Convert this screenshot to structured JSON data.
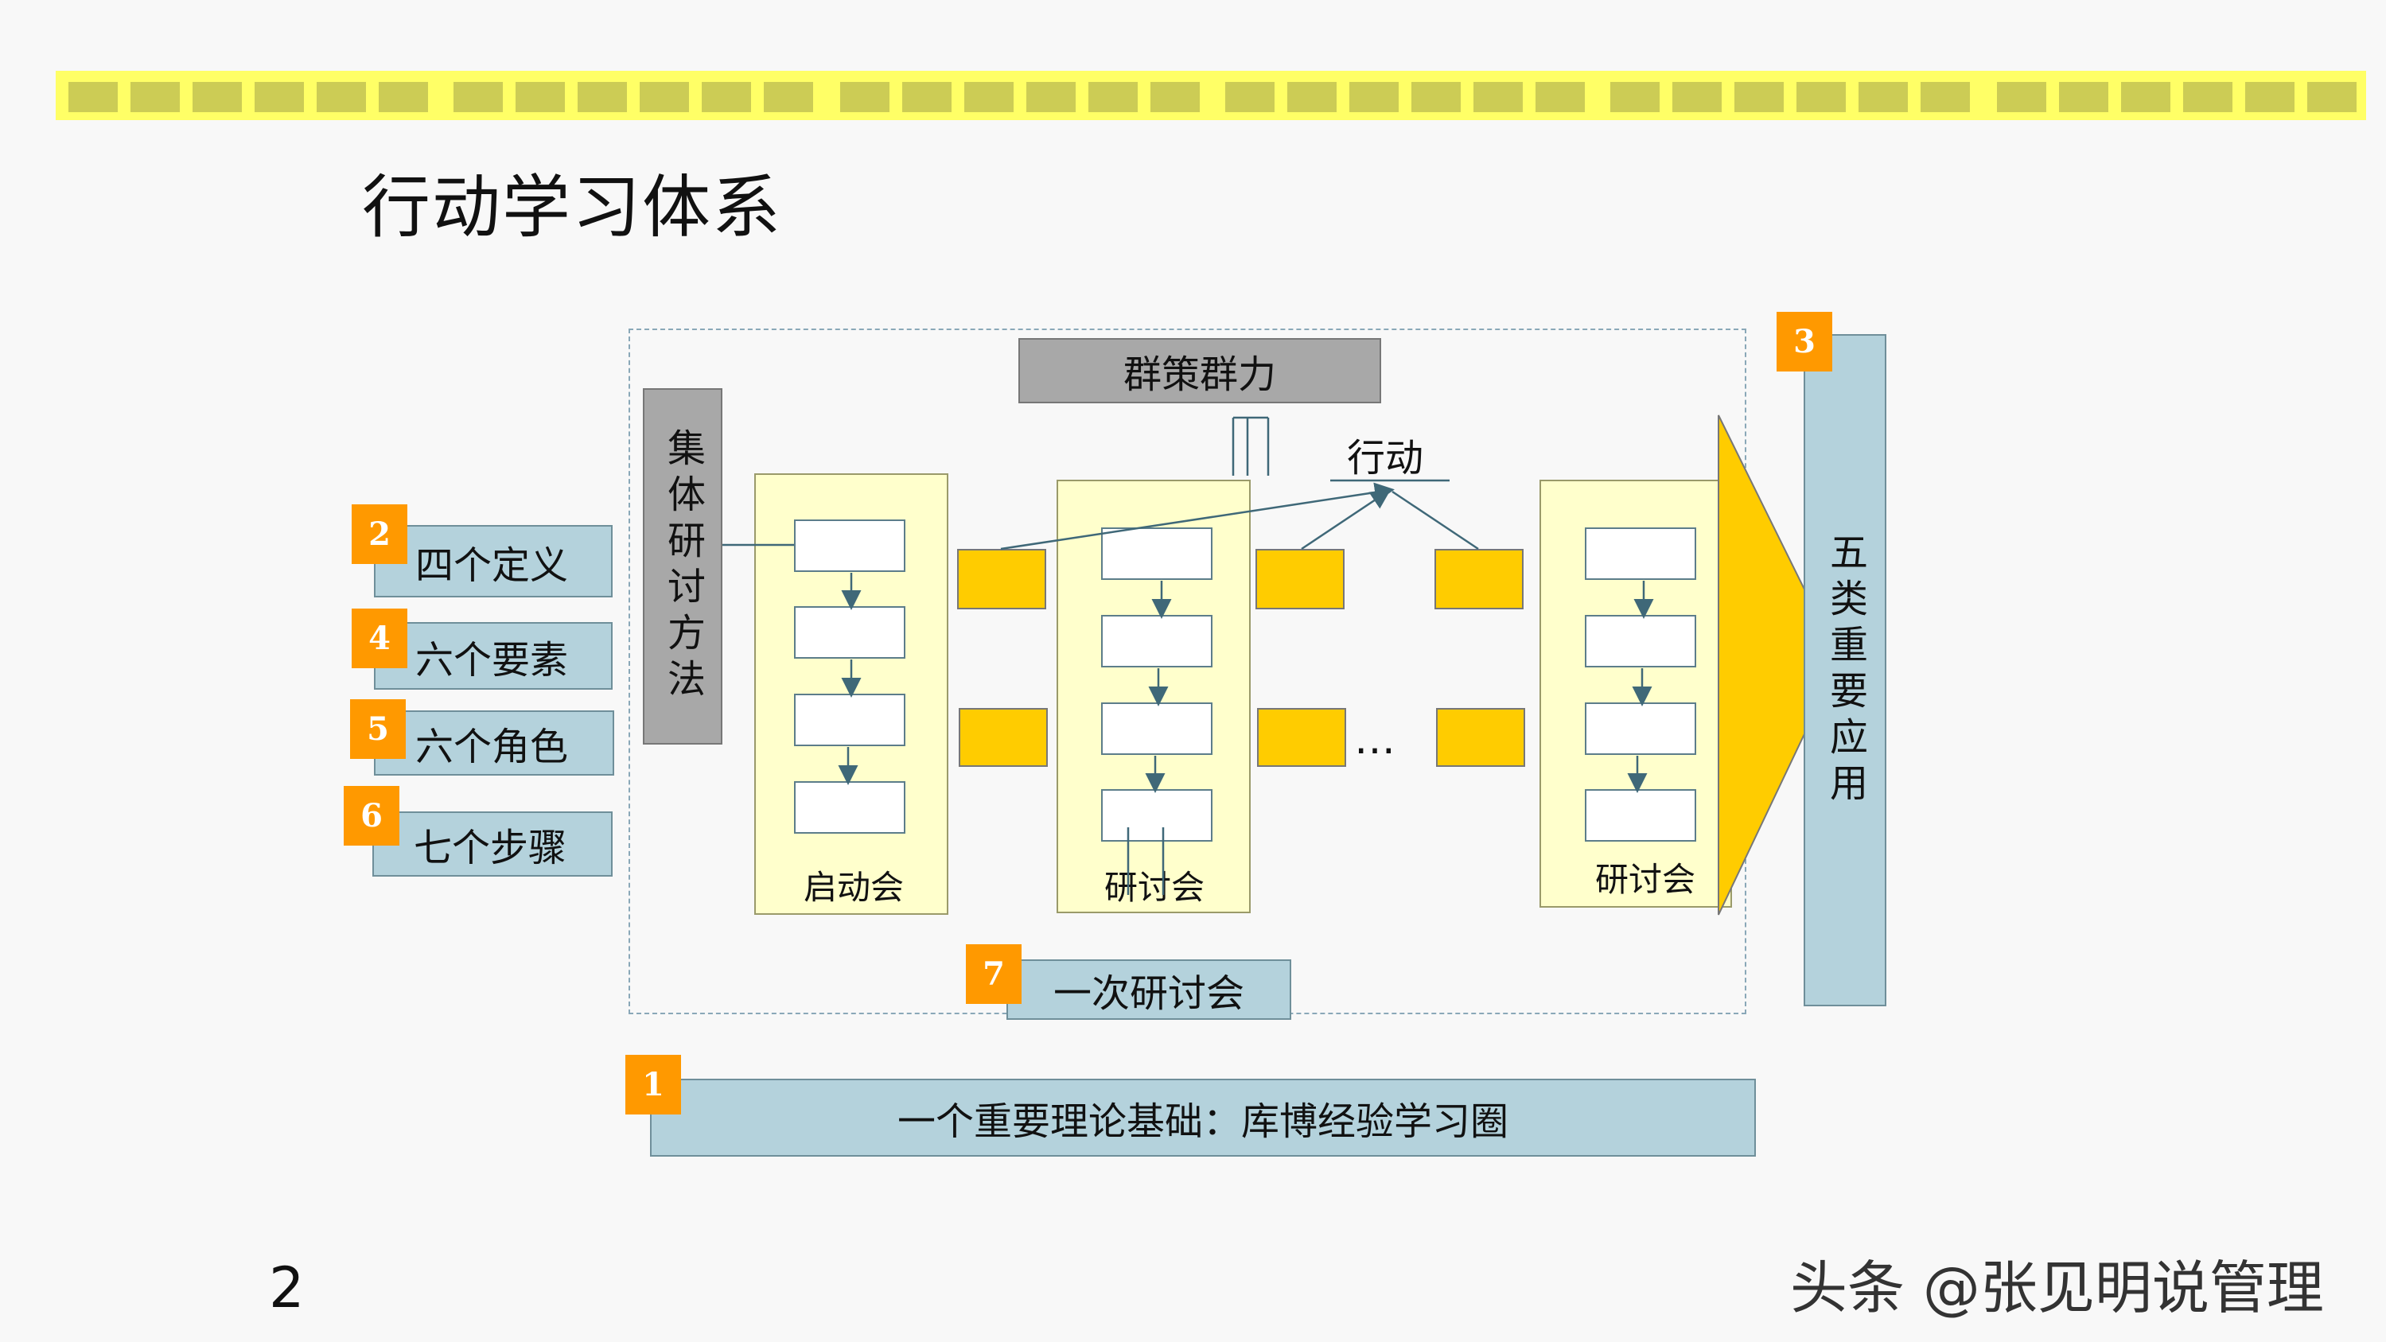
{
  "title": "行动学习体系",
  "page_number": "2",
  "watermark": "头条 @张见明说管理",
  "group_intelligence": "群策群力",
  "action_label": "行动",
  "collective_method": "集体研讨方法",
  "five_applications": "五类重要应用",
  "left_items": [
    {
      "badge": "2",
      "label": "四个定义"
    },
    {
      "badge": "4",
      "label": "六个要素"
    },
    {
      "badge": "5",
      "label": "六个角色"
    },
    {
      "badge": "6",
      "label": "七个步骤"
    }
  ],
  "columns": [
    {
      "label": "启动会"
    },
    {
      "label": "研讨会"
    },
    {
      "label": "研讨会"
    }
  ],
  "ellipsis": "…",
  "one_meeting": {
    "badge": "7",
    "label": "一次研讨会"
  },
  "theory_base": {
    "badge": "1",
    "label": "一个重要理论基础：库博经验学习圈"
  },
  "apps_badge": "3",
  "colors": {
    "gold": "#ffcc00",
    "badge": "#ff9900",
    "blue_box": "#b4d2dc",
    "strip": "#ffff66"
  }
}
